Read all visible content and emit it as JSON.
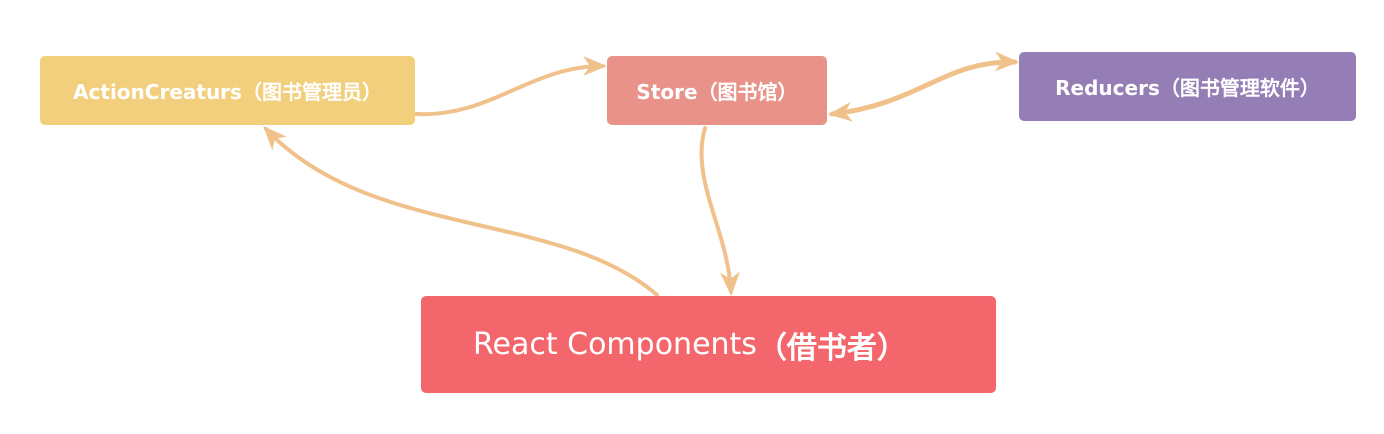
{
  "diagram": {
    "nodes": {
      "action_creators": {
        "label": "ActionCreaturs（图书管理员）",
        "color": "#f2cf7c"
      },
      "store": {
        "label": "Store（图书馆）",
        "color": "#e8928a"
      },
      "reducers": {
        "label": "Reducers（图书管理软件）",
        "color": "#957db6"
      },
      "react_components": {
        "label_en": "React Components",
        "label_cn": "（借书者）",
        "color": "#f3676c"
      }
    },
    "edges": [
      {
        "from": "action_creators",
        "to": "store",
        "direction": "forward"
      },
      {
        "from": "store",
        "to": "reducers",
        "direction": "both"
      },
      {
        "from": "store",
        "to": "react_components",
        "direction": "forward"
      },
      {
        "from": "react_components",
        "to": "action_creators",
        "direction": "forward"
      }
    ],
    "arrow_color": "#f0c18b"
  }
}
